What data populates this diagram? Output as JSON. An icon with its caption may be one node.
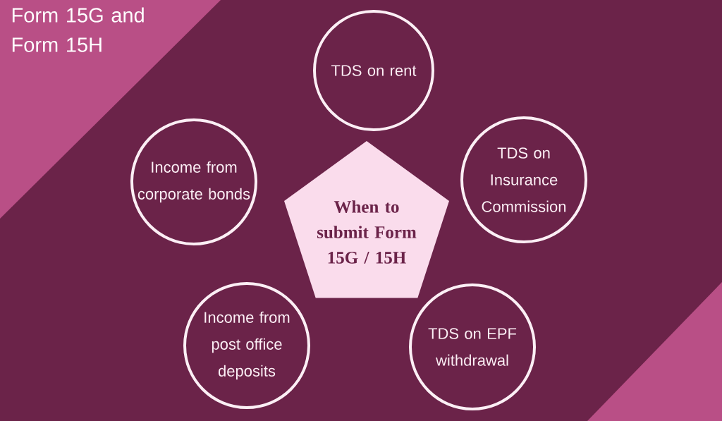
{
  "diagram": {
    "title": "Form 15G and Form 15H",
    "nodes": [
      {
        "text": [
          "TDS on rent"
        ]
      },
      {
        "text": [
          "Income from corporate bonds"
        ]
      },
      {
        "text": [
          "When to submit Form 15G / 15H"
        ]
      },
      {
        "text": [
          "TDS on Insurance Commission"
        ]
      },
      {
        "text": [
          "Income from post office deposits"
        ]
      },
      {
        "text": [
          "TDS on EPF withdrawal"
        ]
      }
    ]
  }
}
